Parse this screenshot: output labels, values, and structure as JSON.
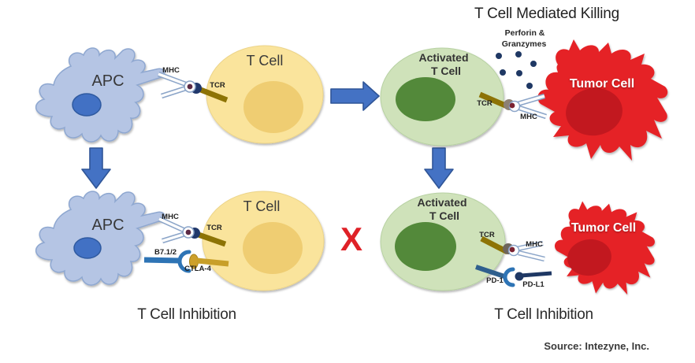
{
  "title": "T Cell Mediated Killing",
  "perforin": {
    "line1": "Perforin &",
    "line2": "Granzymes"
  },
  "top_left": {
    "apc_label": "APC",
    "tcell_label": "T Cell",
    "mhc_label": "MHC",
    "tcr_label": "TCR"
  },
  "top_right": {
    "activated_line1": "Activated",
    "activated_line2": "T Cell",
    "tumor_label": "Tumor Cell",
    "tcr_label": "TCR",
    "mhc_label": "MHC"
  },
  "bottom_left": {
    "apc_label": "APC",
    "tcell_label": "T Cell",
    "mhc_label": "MHC",
    "tcr_label": "TCR",
    "b7_label": "B7.1/2",
    "ctla4_label": "CTLA-4",
    "caption": "T Cell Inhibition"
  },
  "bottom_right": {
    "activated_line1": "Activated",
    "activated_line2": "T Cell",
    "tumor_label": "Tumor Cell",
    "tcr_label": "TCR",
    "mhc_label": "MHC",
    "pd1_label": "PD-1",
    "pdl1_label": "PD-L1",
    "x_mark": "X",
    "caption": "T Cell Inhibition"
  },
  "source": "Source: Intezyne, Inc.",
  "colors": {
    "apc_fill": "#b5c5e4",
    "apc_stroke": "#8ea7d0",
    "apc_nucleus": "#4271c4",
    "tcell_fill": "#fae49c",
    "tcell_nucleus": "#efcd72",
    "activated_fill": "#cfe2ba",
    "activated_nucleus": "#53893a",
    "tumor_fill": "#e52027",
    "tumor_nucleus": "#c2181f",
    "arrow_fill": "#4472c4",
    "arrow_stroke": "#2f5597",
    "granule_color": "#1f3864",
    "tcr_rod": "#8d7305",
    "b7_blue": "#2e74b5",
    "ctla4_gold": "#c89f29",
    "pd1_blue": "#2f5f8e",
    "pdl1_navy": "#1f3864",
    "x_color": "#df2127"
  }
}
